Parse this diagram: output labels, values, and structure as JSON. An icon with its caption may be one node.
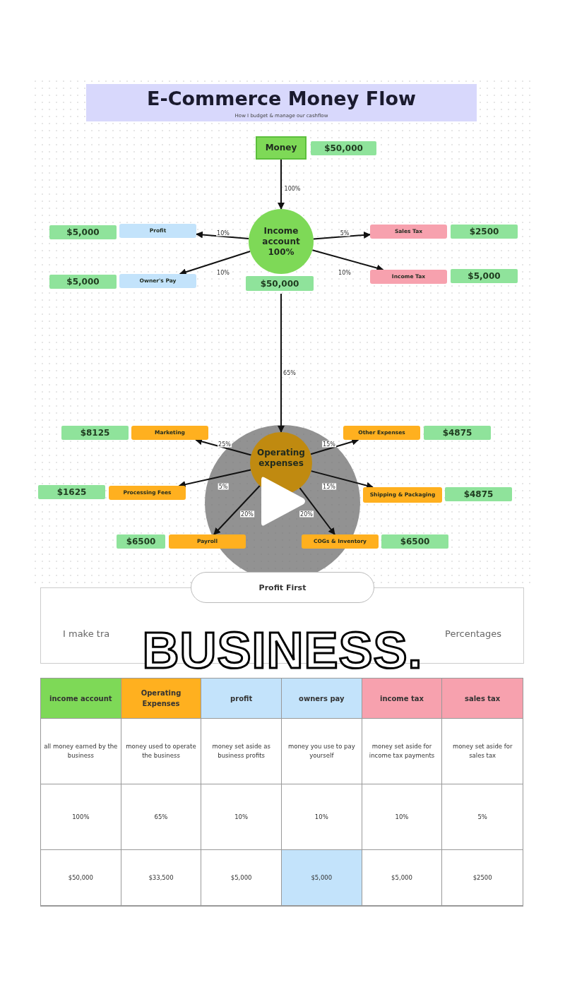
{
  "diagram": {
    "title": "E-Commerce Money Flow",
    "nodes": [
      {
        "text": [
          "Money"
        ],
        "beside": [
          "$50,000"
        ]
      },
      {
        "text": [
          "Income account 100%"
        ],
        "beside": [
          "$50,000"
        ]
      },
      {
        "text": [
          "Profit"
        ],
        "beside": [
          "$5,000"
        ]
      },
      {
        "text": [
          "Owner's Pay"
        ],
        "beside": [
          "$5,000"
        ]
      },
      {
        "text": [
          "Sales Tax"
        ],
        "beside": [
          "$2500"
        ]
      },
      {
        "text": [
          "Income Tax"
        ],
        "beside": [
          "$5,000"
        ]
      },
      {
        "text": [
          "Operating expenses"
        ]
      },
      {
        "text": [
          "Marketing"
        ],
        "beside": [
          "$8125"
        ]
      },
      {
        "text": [
          "Other Expenses"
        ],
        "beside": [
          "$4875"
        ]
      },
      {
        "text": [
          "Processing Fees"
        ],
        "beside": [
          "$1625"
        ]
      },
      {
        "text": [
          "Shipping & Packaging"
        ],
        "beside": [
          "$4875"
        ]
      },
      {
        "text": [
          "Payroll"
        ],
        "beside": [
          "$6500"
        ]
      },
      {
        "text": [
          "COGs & Inventory"
        ],
        "beside": [
          "$6500"
        ]
      },
      {
        "text": [
          "Profit First",
          "I make tra",
          "Percentages"
        ]
      }
    ],
    "edges": [
      {
        "from": 0,
        "to": 1,
        "arrow": "to",
        "label": "100%"
      },
      {
        "from": 1,
        "to": 2,
        "arrow": "to",
        "label": "10%"
      },
      {
        "from": 1,
        "to": 3,
        "arrow": "to",
        "label": "10%"
      },
      {
        "from": 1,
        "to": 4,
        "arrow": "to",
        "label": "5%"
      },
      {
        "from": 1,
        "to": 5,
        "arrow": "to",
        "label": "10%"
      },
      {
        "from": 1,
        "to": 6,
        "arrow": "to",
        "label": "65%"
      },
      {
        "from": 6,
        "to": 7,
        "arrow": "to",
        "label": "25%"
      },
      {
        "from": 6,
        "to": 8,
        "arrow": "to",
        "label": "15%"
      },
      {
        "from": 6,
        "to": 9,
        "arrow": "to",
        "label": "5%"
      },
      {
        "from": 6,
        "to": 10,
        "arrow": "to",
        "label": "15%"
      },
      {
        "from": 6,
        "to": 11,
        "arrow": "to",
        "label": "20%"
      },
      {
        "from": 6,
        "to": 12,
        "arrow": "to",
        "label": "20%"
      }
    ],
    "labels": [
      "How I budget & manage our cashflow",
      "BUSINESS.",
      "income account",
      "Operating Expenses",
      "profit",
      "owners pay",
      "income tax",
      "sales tax",
      "all money earned by the business",
      "money used to operate the business",
      "money set aside as business profits",
      "money you use to pay yourself",
      "money set aside for income tax payments",
      "money set aside for sales tax",
      "100%",
      "65%",
      "10%",
      "10%",
      "10%",
      "5%",
      "$50,000",
      "$33,500",
      "$5,000",
      "$5,000",
      "$5,000",
      "$2500"
    ]
  }
}
